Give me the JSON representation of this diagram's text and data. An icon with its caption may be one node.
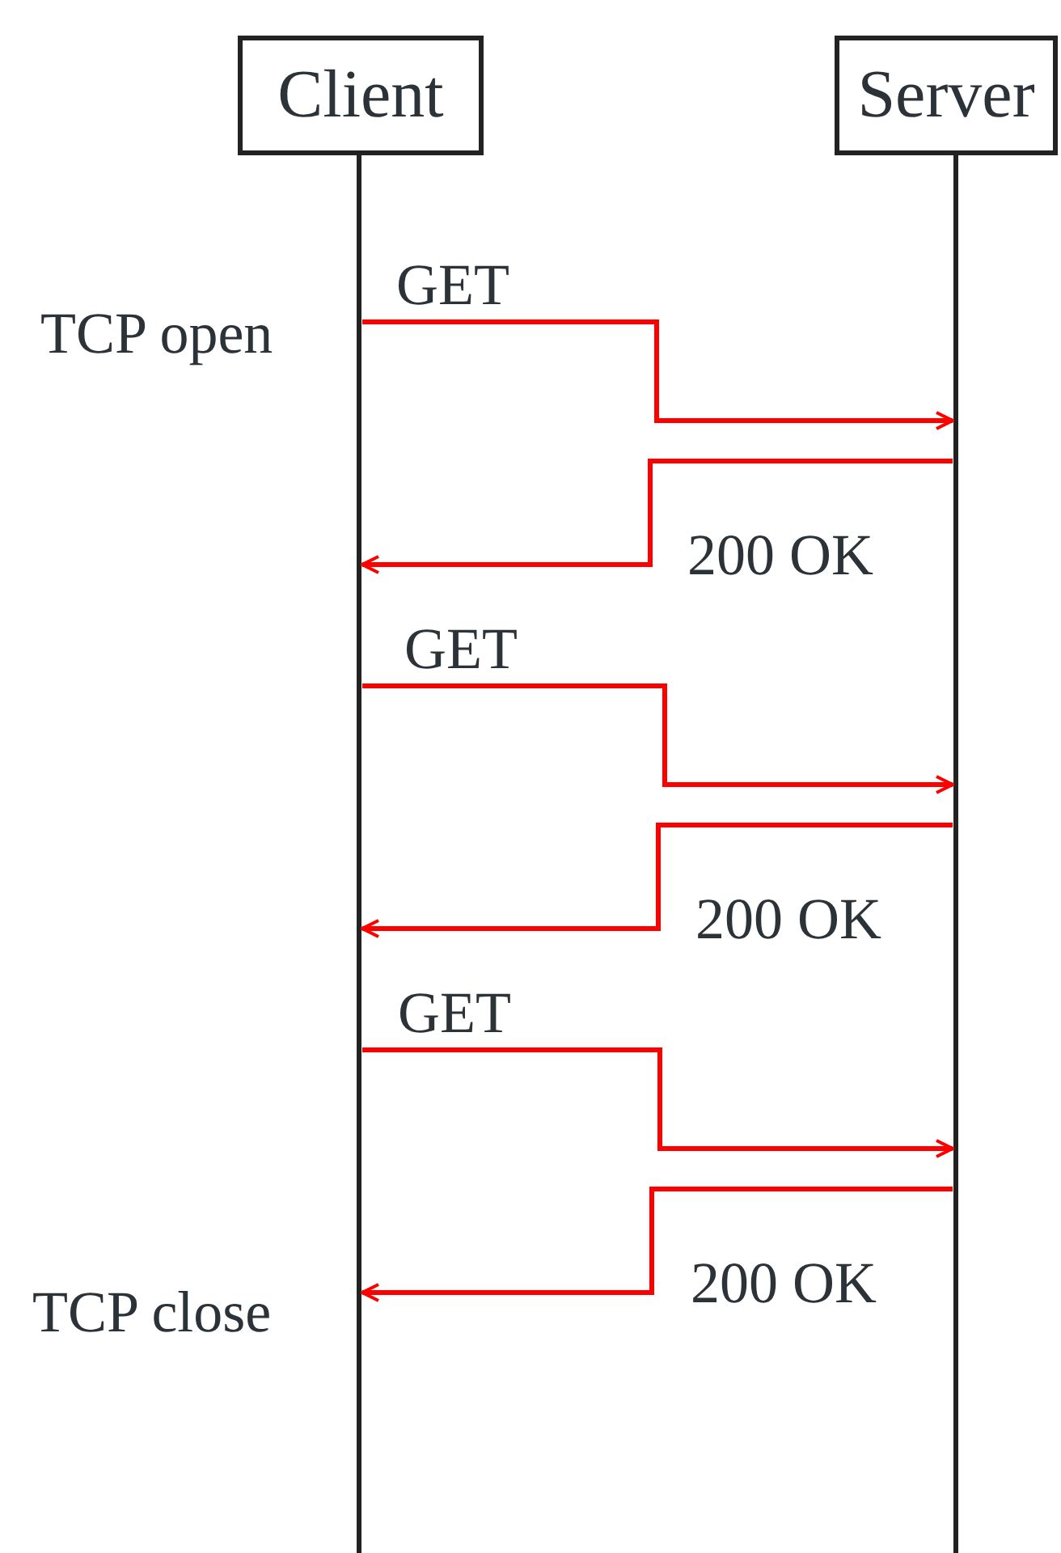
{
  "diagram": {
    "nodes": [
      {
        "text": [
          "Client"
        ]
      },
      {
        "text": [
          "Server"
        ]
      }
    ],
    "edges": [
      {
        "from": 0,
        "to": 1,
        "arrow": "to",
        "label": "GET"
      },
      {
        "from": 1,
        "to": 0,
        "arrow": "to",
        "label": "200 OK"
      },
      {
        "from": 0,
        "to": 1,
        "arrow": "to",
        "label": "GET"
      },
      {
        "from": 1,
        "to": 0,
        "arrow": "to",
        "label": "200 OK"
      },
      {
        "from": 0,
        "to": 1,
        "arrow": "to",
        "label": "GET"
      },
      {
        "from": 1,
        "to": 0,
        "arrow": "to",
        "label": "200 OK"
      }
    ],
    "labels": [
      "TCP open",
      "TCP close"
    ]
  }
}
